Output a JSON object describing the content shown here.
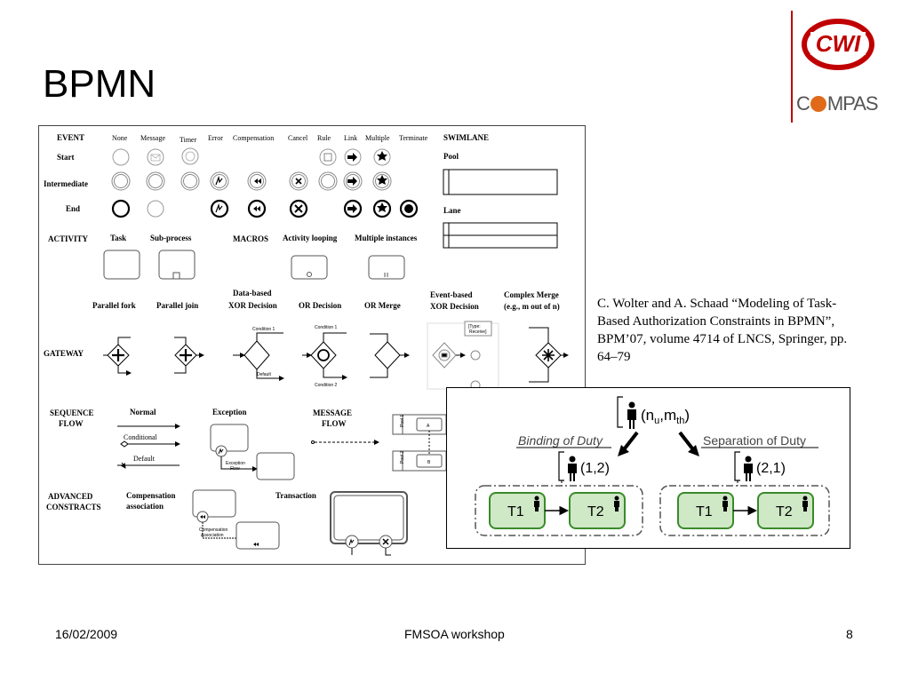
{
  "slide": {
    "title": "BPMN",
    "citation": "C. Wolter and A. Schaad “Modeling of Task-Based Authorization Constraints in BPMN”, BPM’07, volume 4714 of LNCS, Springer, pp. 64–79",
    "footer": {
      "date": "16/02/2009",
      "center": "FMSOA workshop",
      "page": "8"
    }
  },
  "logos": {
    "cwi": "CWI",
    "compas_left": "C",
    "compas_right": "MPAS"
  },
  "bpmn_figure": {
    "event_header": "EVENT",
    "event_columns": [
      "None",
      "Message",
      "Timer",
      "Error",
      "Compensation",
      "Cancel",
      "Rule",
      "Link",
      "Multiple",
      "Terminate"
    ],
    "event_rows": [
      "Start",
      "Intermediate",
      "End"
    ],
    "swimlane_header": "SWIMLANE",
    "pool_label": "Pool",
    "lane_label": "Lane",
    "activity_header": "ACTIVITY",
    "activity_items": [
      "Task",
      "Sub-process",
      "MACROS",
      "Activity looping",
      "Multiple instances"
    ],
    "gateway_header": "GATEWAY",
    "gateway_items": [
      "Parallel fork",
      "Parallel join",
      "Data-based",
      "XOR Decision",
      "OR Decision",
      "OR Merge",
      "Event-based",
      "XOR Decision",
      "Complex Merge",
      "(e.g., m out of n)"
    ],
    "gateway_small": [
      "Condition 1",
      "Default",
      "Condition 1",
      "Condition 2",
      "[Type:",
      "Receive]"
    ],
    "seq_header": [
      "SEQUENCE",
      "FLOW"
    ],
    "seq_items": [
      "Normal",
      "Conditional",
      "Default",
      "Exception"
    ],
    "exception_flow": [
      "Exception",
      "Flow"
    ],
    "msg_header": [
      "MESSAGE",
      "FLOW"
    ],
    "pools": [
      "Pool 1",
      "Pool 2"
    ],
    "pool_tasks": [
      "A",
      "B"
    ],
    "adv_header": [
      "ADVANCED",
      "CONSTRACTS"
    ],
    "adv_items": [
      "Compensation",
      "association",
      "Transaction"
    ],
    "comp_assoc": [
      "Compensation",
      "Association"
    ]
  },
  "inset": {
    "top_label": "(n",
    "top_sub1": "u",
    "top_mid": ",m",
    "top_sub2": "th",
    "top_end": ")",
    "binding_label": "Binding of Duty",
    "separation_label": "Separation of Duty",
    "binding_value": "(1,2)",
    "separation_value": "(2,1)",
    "tasks": [
      "T1",
      "T2",
      "T1",
      "T2"
    ],
    "colors": {
      "task_fill": "#cfe8c6",
      "task_stroke": "#3a8a2a"
    }
  }
}
